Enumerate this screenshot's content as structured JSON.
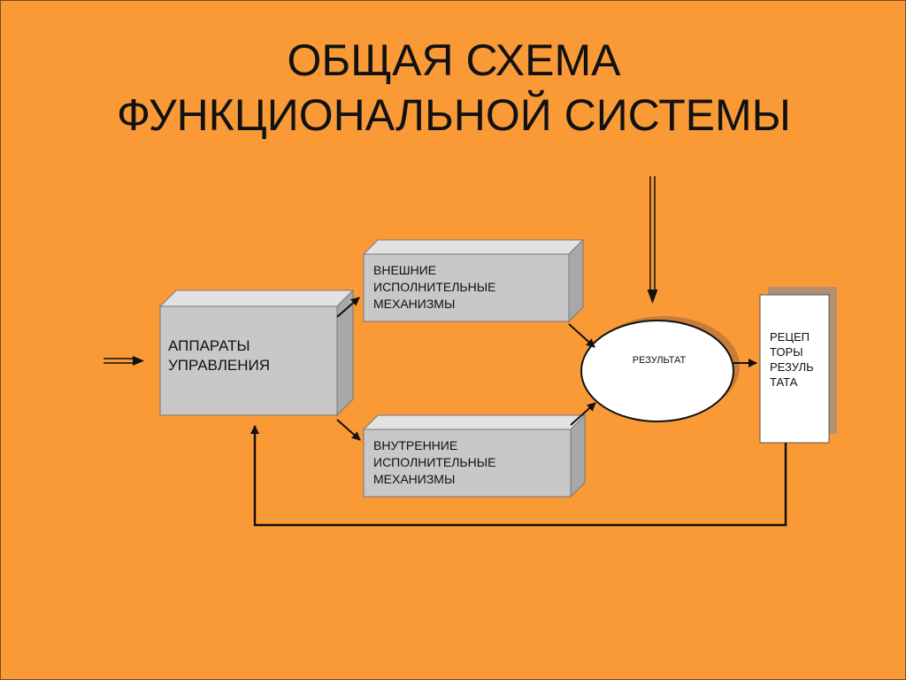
{
  "title": {
    "line1": "ОБЩАЯ СХЕМА",
    "line2": "ФУНКЦИОНАЛЬНОЙ СИСТЕМЫ"
  },
  "nodes": {
    "control": "АППАРАТЫ\nУПРАВЛЕНИЯ",
    "external": "ВНЕШНИЕ\nИСПОЛНИТЕЛЬНЫЕ\nМЕХАНИЗМЫ",
    "internal": "ВНУТРЕННИЕ\nИСПОЛНИТЕЛЬНЫЕ\nМЕХАНИЗМЫ",
    "result": "РЕЗУЛЬТАТ",
    "receptors": "РЕЦЕП\nТОРЫ\nРЕЗУЛЬ\nТАТА"
  },
  "colors": {
    "background": "#fa9a37",
    "box_face": "#c8c8c8",
    "box_side": "#a8a8a8",
    "box_top": "#e2e2e2",
    "line": "#111111"
  }
}
